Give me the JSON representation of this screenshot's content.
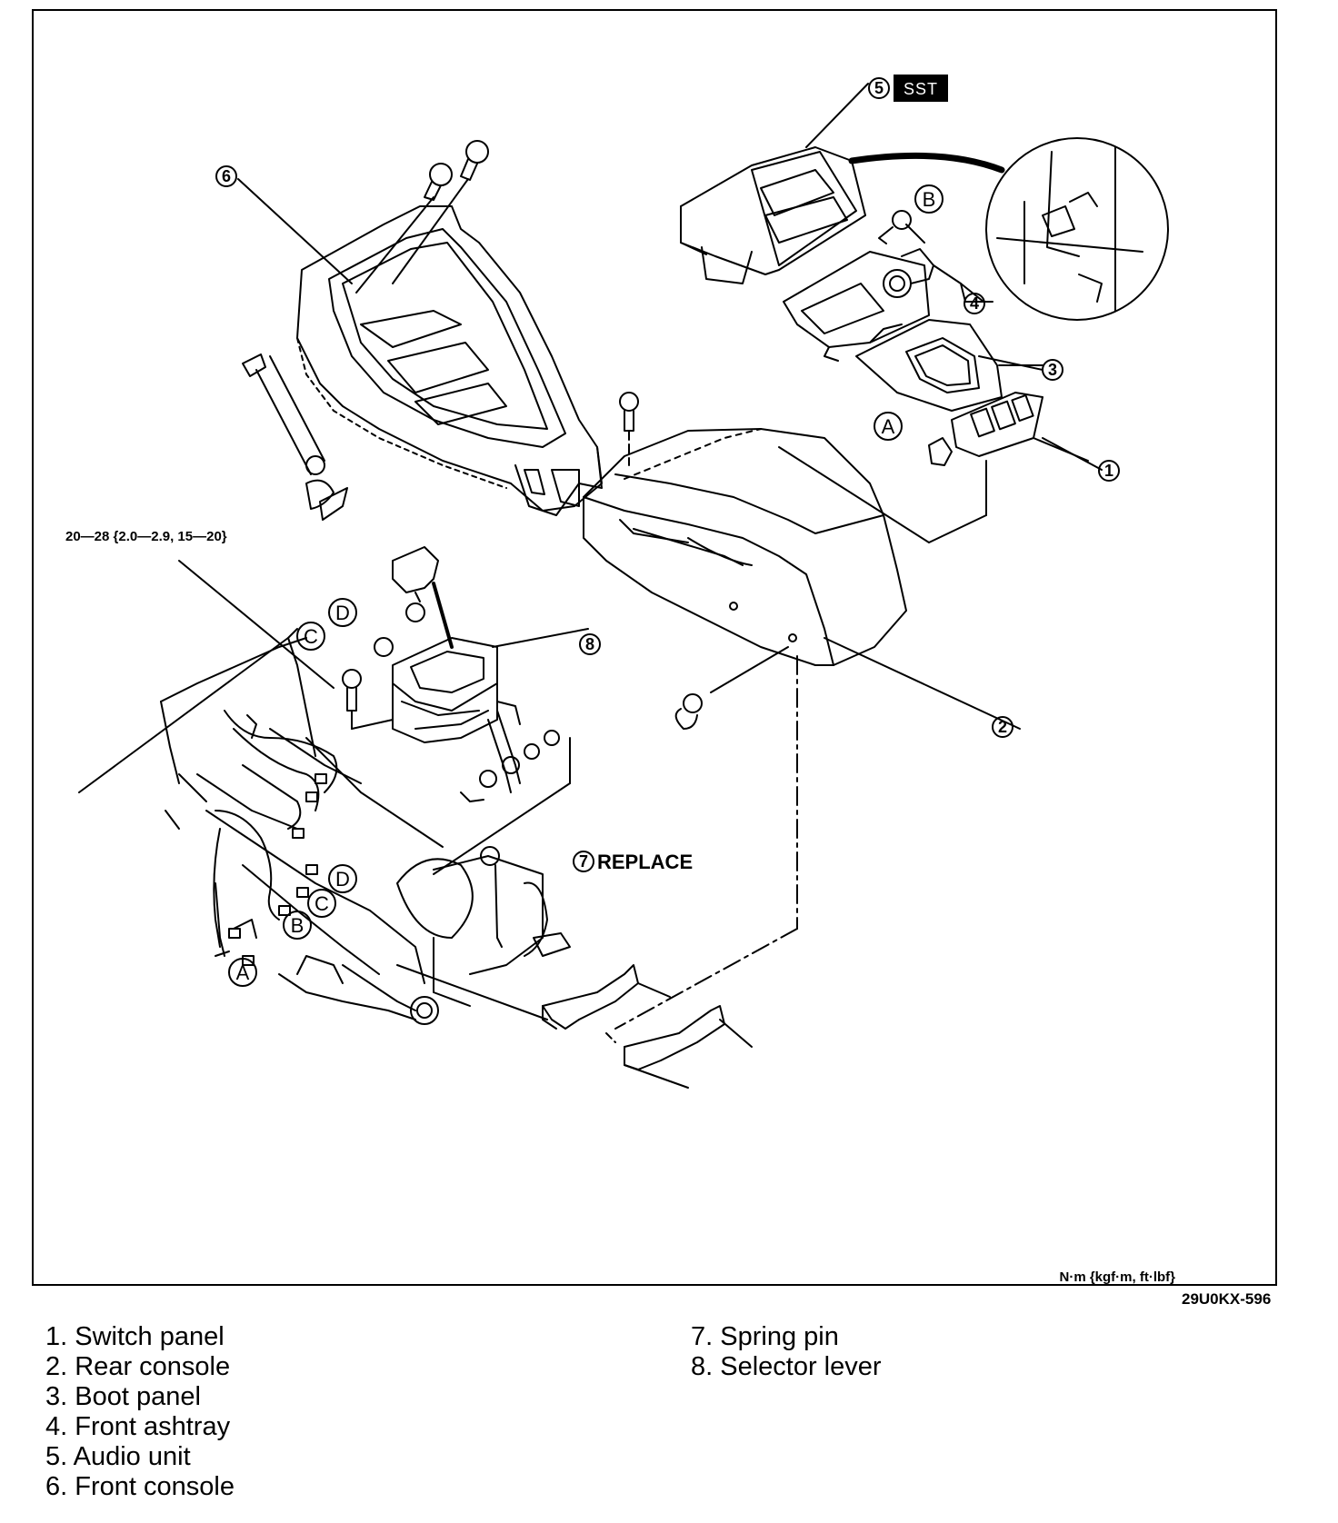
{
  "diagram": {
    "torque_spec": "20—28 {2.0—2.9, 15—20}",
    "units_note": "N·m {kgf·m, ft·lbf}",
    "figure_id": "29U0KX-596",
    "sst_label": "SST",
    "replace_label": "REPLACE",
    "callouts": [
      "1",
      "2",
      "3",
      "4",
      "5",
      "6",
      "7",
      "8"
    ],
    "connector_letters": [
      "A",
      "B",
      "C",
      "D"
    ]
  },
  "legend": {
    "left": [
      "1. Switch panel",
      "2. Rear console",
      "3. Boot panel",
      "4. Front ashtray",
      "5. Audio unit",
      "6. Front console"
    ],
    "right": [
      "7. Spring pin",
      "8. Selector lever"
    ]
  }
}
